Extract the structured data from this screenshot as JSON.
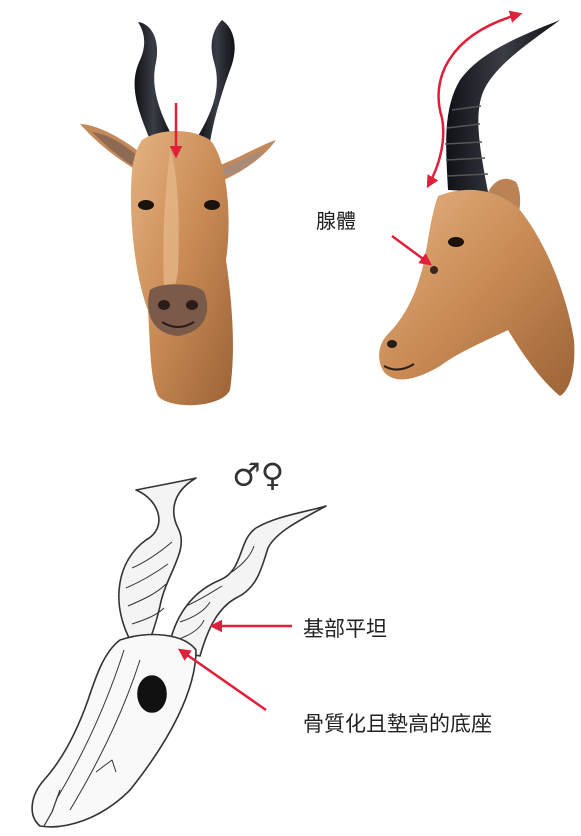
{
  "labels": {
    "gland": "腺體",
    "horn_base": "基部平坦",
    "pedicle": "骨質化且墊高的底座",
    "sex_symbols": "♂♀"
  },
  "colors": {
    "arrow": "#e0203a",
    "horn": "#1e2027",
    "fur": "#c98a55",
    "fur_light": "#e3b07c",
    "skull_line": "#333333"
  },
  "icons": {
    "front_head": "hartebeest-head-front",
    "side_head": "hartebeest-head-profile",
    "skull": "hartebeest-skull-sketch"
  }
}
